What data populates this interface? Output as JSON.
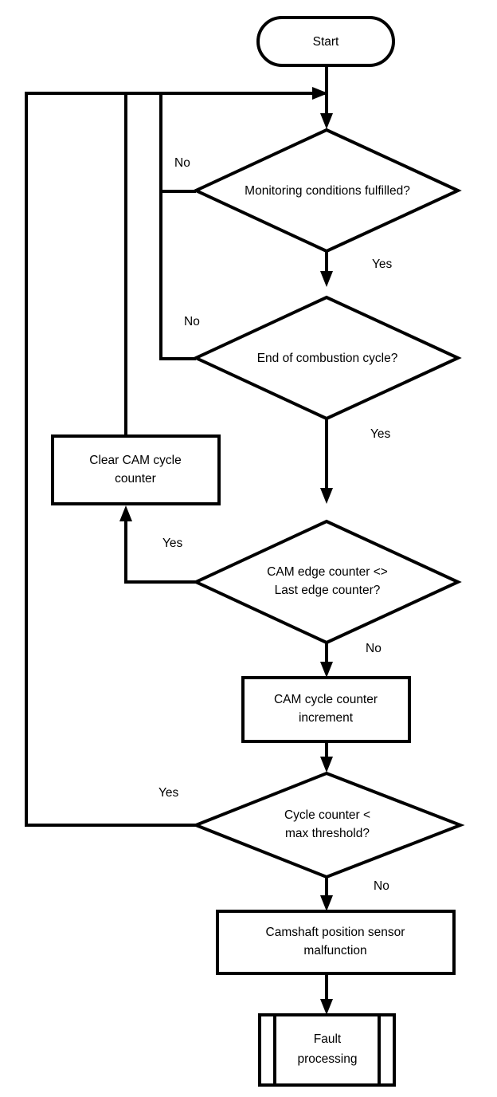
{
  "diagram": {
    "title": "Camshaft position sensor monitoring flowchart",
    "type": "flowchart",
    "colors": {
      "stroke": "#000000",
      "fill": "#ffffff",
      "background": "#ffffff"
    },
    "nodes": [
      {
        "id": "start",
        "shape": "terminator",
        "label": "Start",
        "lines": [
          "Start"
        ]
      },
      {
        "id": "monitoring-conditions",
        "shape": "decision",
        "label": "Monitoring conditions fulfilled?",
        "lines": [
          "Monitoring conditions fulfilled?"
        ]
      },
      {
        "id": "end-of-combustion-cycle",
        "shape": "decision",
        "label": "End of combustion cycle?",
        "lines": [
          "End of combustion cycle?"
        ]
      },
      {
        "id": "clear-cam-cycle-counter",
        "shape": "process",
        "label": "Clear CAM cycle counter",
        "lines": [
          "Clear CAM cycle",
          "counter"
        ]
      },
      {
        "id": "cam-edge-counter-compare",
        "shape": "decision",
        "label": "CAM edge counter <> Last edge counter?",
        "lines": [
          "CAM edge counter <>",
          "Last edge counter?"
        ]
      },
      {
        "id": "cam-cycle-counter-increment",
        "shape": "process",
        "label": "CAM cycle counter increment",
        "lines": [
          "CAM cycle counter",
          "increment"
        ]
      },
      {
        "id": "cycle-counter-threshold",
        "shape": "decision",
        "label": "Cycle counter < max threshold?",
        "lines": [
          "Cycle counter <",
          "max threshold?"
        ]
      },
      {
        "id": "camshaft-sensor-malfunction",
        "shape": "process",
        "label": "Camshaft position sensor malfunction",
        "lines": [
          "Camshaft position sensor",
          "malfunction"
        ]
      },
      {
        "id": "fault-processing",
        "shape": "predefined-process",
        "label": "Fault processing",
        "lines": [
          "Fault",
          "processing"
        ]
      }
    ],
    "edge_labels": [
      {
        "id": "monitoring-no",
        "text": "No"
      },
      {
        "id": "monitoring-yes",
        "text": "Yes"
      },
      {
        "id": "combustion-no",
        "text": "No"
      },
      {
        "id": "combustion-yes",
        "text": "Yes"
      },
      {
        "id": "edge-counter-yes",
        "text": "Yes"
      },
      {
        "id": "edge-counter-no",
        "text": "No"
      },
      {
        "id": "threshold-yes",
        "text": "Yes"
      },
      {
        "id": "threshold-no",
        "text": "No"
      }
    ]
  }
}
